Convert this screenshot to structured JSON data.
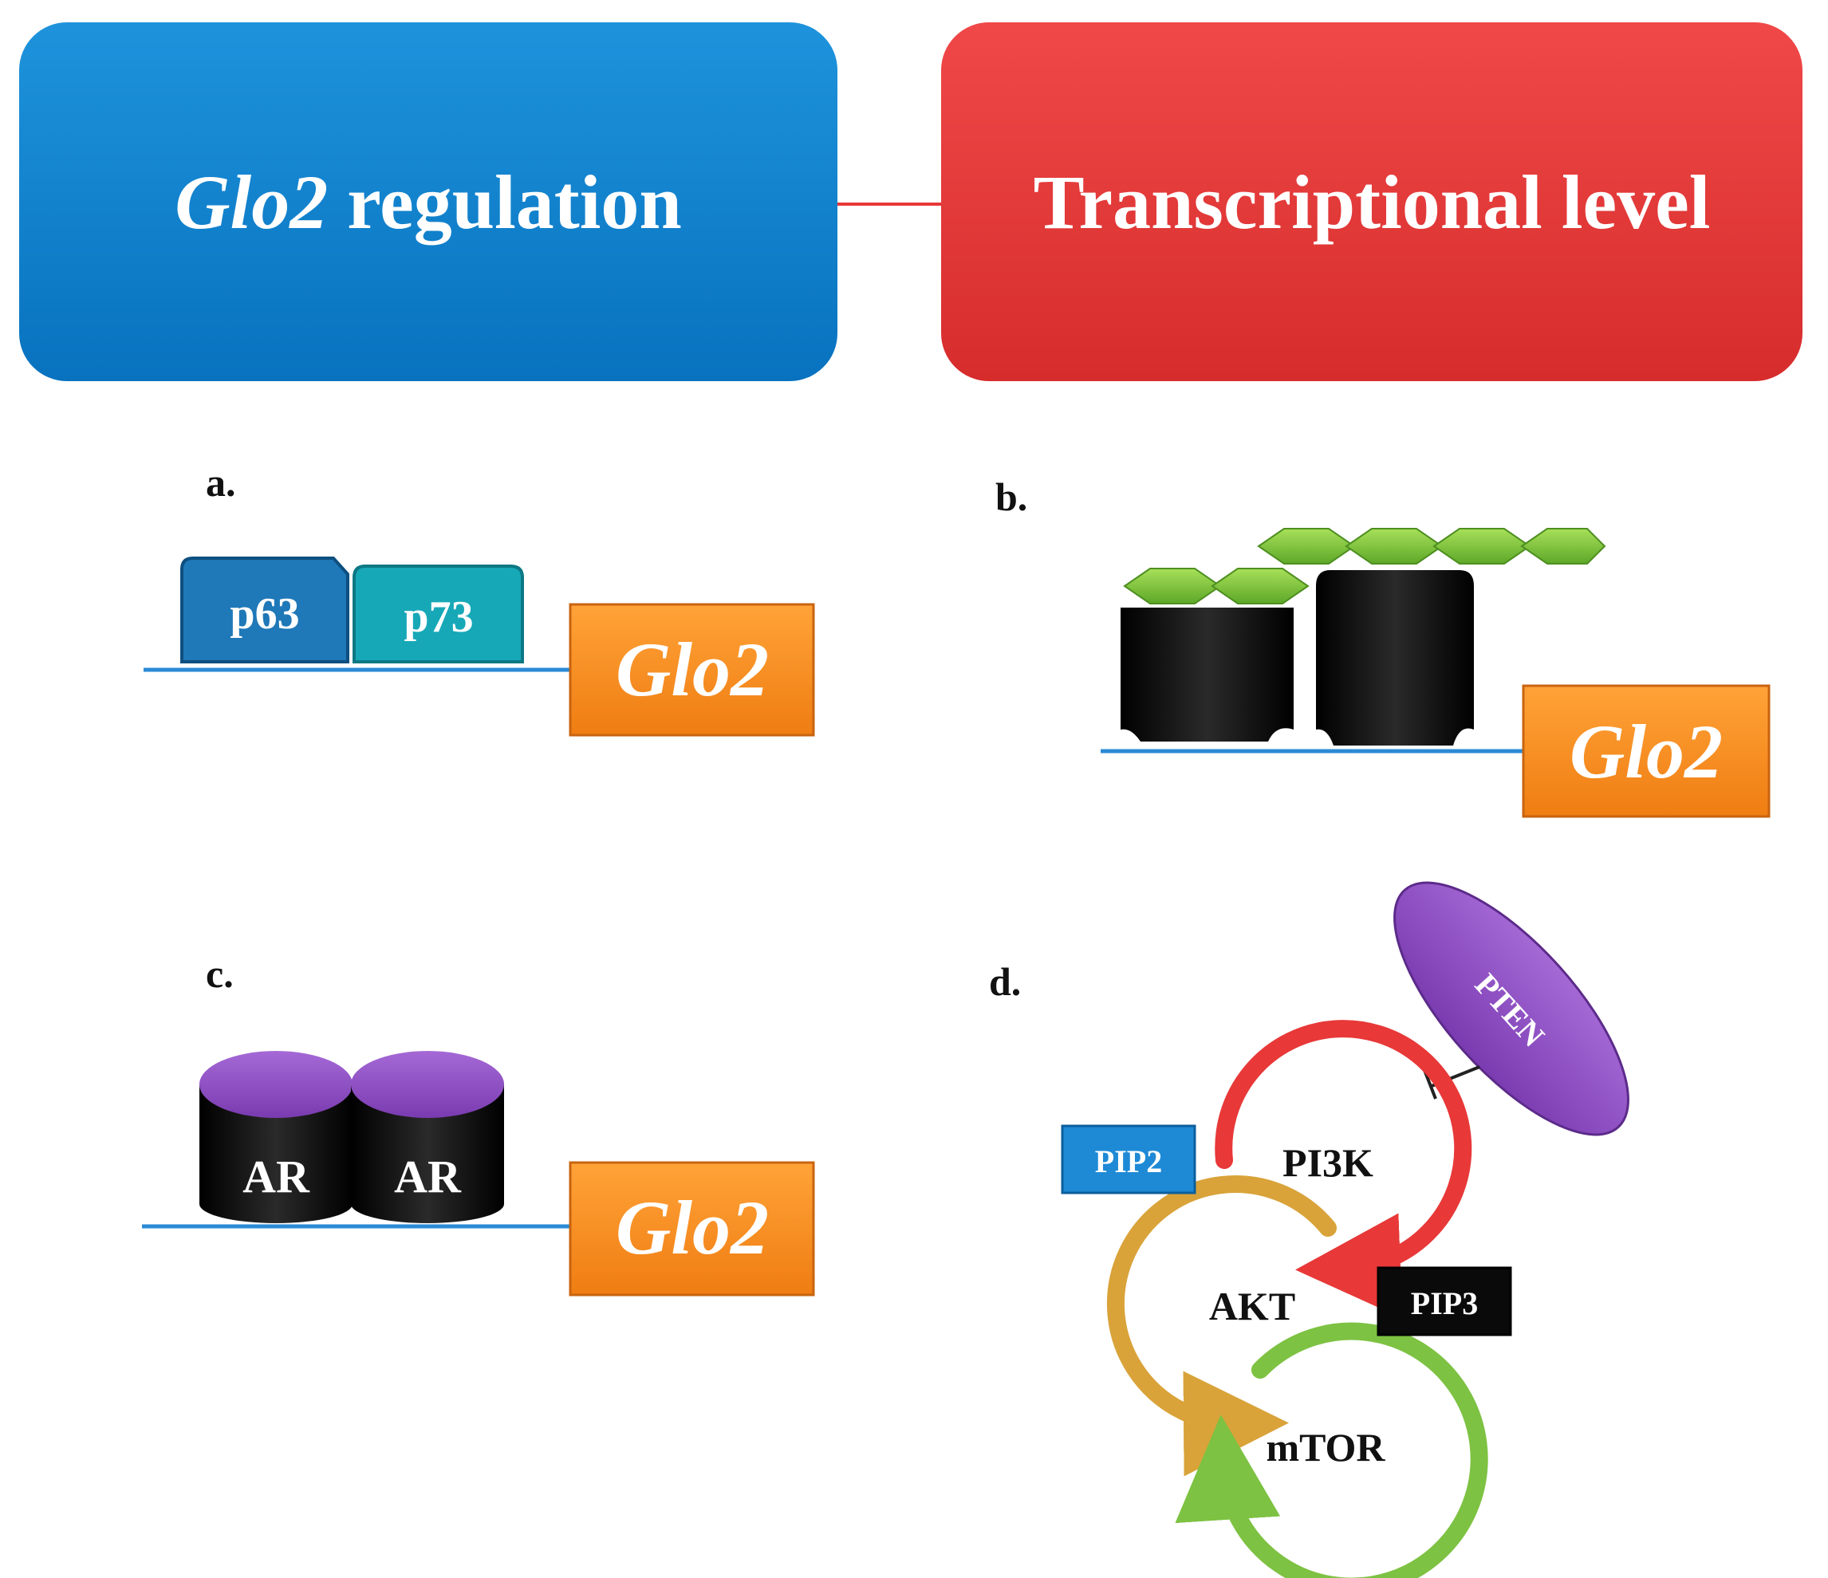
{
  "header": {
    "left_italic": "Glo2",
    "left_rest": " regulation",
    "right": "Transcriptional level"
  },
  "panels": {
    "a": "a.",
    "b": "b.",
    "c": "c.",
    "d": "d."
  },
  "gene": "Glo2",
  "panel_a": {
    "factor1": "p63",
    "factor2": "p73"
  },
  "panel_c": {
    "receptor1": "AR",
    "receptor2": "AR"
  },
  "panel_d": {
    "inhibitor": "PTEN",
    "kinase": "PI3K",
    "akt": "AKT",
    "mtor": "mTOR",
    "substrate": "PIP2",
    "product": "PIP3"
  },
  "colors": {
    "header_left": "#0a80cc",
    "header_right": "#e83838",
    "gene_box": "#f7891c",
    "dna_line": "#2a8ad6",
    "p63": "#1f78b8",
    "p73": "#17a8b8",
    "pten": "#8b4bbf",
    "pi3k_arrow": "#e83838",
    "akt_arrow": "#d9a33a",
    "mtor_arrow": "#7dc242"
  }
}
